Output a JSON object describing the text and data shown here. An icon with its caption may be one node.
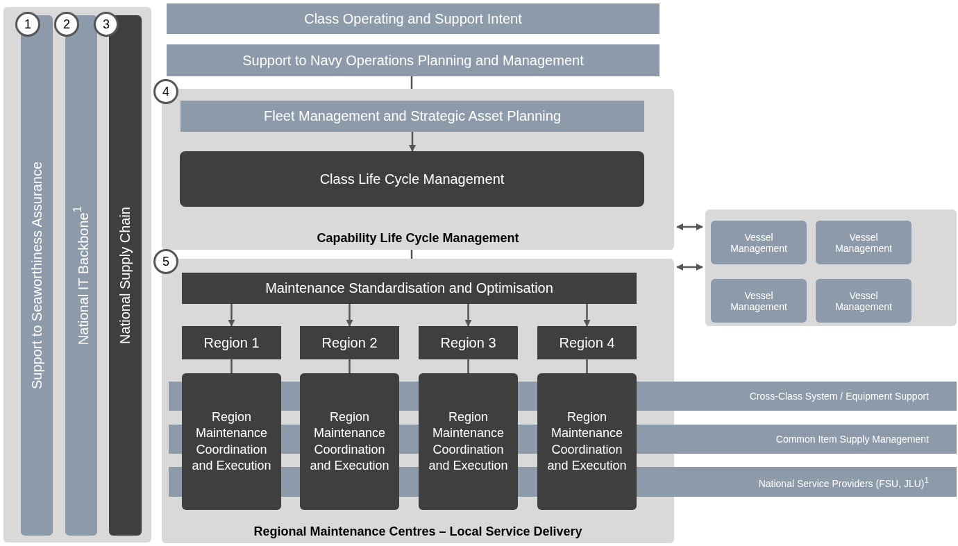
{
  "diagram": {
    "nodes": [
      {
        "text": [],
        "shape": "box"
      },
      {
        "text": [
          "1"
        ],
        "in": 0
      },
      {
        "text": [
          "Support to Seaworthiness Assurance"
        ],
        "in": 0
      },
      {
        "text": [
          "2"
        ],
        "in": 0
      },
      {
        "text": [
          "National IT Backbone$^{1}$"
        ],
        "in": 0
      },
      {
        "text": [
          "3"
        ],
        "in": 0
      },
      {
        "text": [
          "National Supply Chain"
        ],
        "in": 0
      },
      {
        "text": [
          "Class Operating and Support Intent"
        ]
      },
      {
        "text": [
          "Support to Navy Operations Planning and Management"
        ]
      },
      {
        "text": [
          "Capability Life Cycle Management"
        ]
      },
      {
        "text": [
          "4"
        ]
      },
      {
        "text": [
          "Fleet Management and Strategic Asset Planning"
        ],
        "in": 9
      },
      {
        "text": [
          "Class Life Cycle Management"
        ],
        "in": 9
      },
      {
        "text": [
          "Regional Maintenance Centres – Local Service Delivery"
        ]
      },
      {
        "text": [
          "5"
        ]
      },
      {
        "text": [
          "Maintenance Standardisation and Optimisation"
        ],
        "in": 13
      },
      {
        "text": [
          "Region 1"
        ],
        "in": 13
      },
      {
        "text": [
          "Region 2"
        ],
        "in": 13
      },
      {
        "text": [
          "Region 3"
        ],
        "in": 13
      },
      {
        "text": [
          "Region 4"
        ],
        "in": 13
      },
      {
        "text": [
          "Region Maintenance Coordination and Execution"
        ],
        "in": 13
      },
      {
        "text": [
          "Region Maintenance Coordination and Execution"
        ],
        "in": 13
      },
      {
        "text": [
          "Region Maintenance Coordination and Execution"
        ],
        "in": 13
      },
      {
        "text": [
          "Region Maintenance Coordination and Execution"
        ],
        "in": 13
      },
      {
        "text": [
          "Cross-Class System / Equipment Support"
        ]
      },
      {
        "text": [
          "Common Item Supply Management"
        ]
      },
      {
        "text": [
          "National Service Providers (FSU, JLU)$^{1}$"
        ]
      },
      {
        "text": [],
        "shape": "box"
      },
      {
        "text": [
          "Vessel Management"
        ],
        "in": 27
      },
      {
        "text": [
          "Vessel Management"
        ],
        "in": 27
      },
      {
        "text": [
          "Vessel Management"
        ],
        "in": 27
      },
      {
        "text": [
          "Vessel Management"
        ],
        "in": 27
      }
    ],
    "edges": [
      {
        "from": 8,
        "to": 9,
        "arrow": "none"
      },
      {
        "from": 11,
        "to": 12,
        "arrow": "to"
      },
      {
        "from": 9,
        "to": 13,
        "arrow": "none"
      },
      {
        "from": 15,
        "to": 16,
        "arrow": "to"
      },
      {
        "from": 15,
        "to": 17,
        "arrow": "to"
      },
      {
        "from": 15,
        "to": 18,
        "arrow": "to"
      },
      {
        "from": 15,
        "to": 19,
        "arrow": "to"
      },
      {
        "from": 16,
        "to": 20,
        "arrow": "none"
      },
      {
        "from": 17,
        "to": 21,
        "arrow": "none"
      },
      {
        "from": 18,
        "to": 22,
        "arrow": "none"
      },
      {
        "from": 19,
        "to": 23,
        "arrow": "none"
      },
      {
        "from": 9,
        "to": 27,
        "arrow": "both"
      },
      {
        "from": 13,
        "to": 27,
        "arrow": "both"
      }
    ]
  }
}
